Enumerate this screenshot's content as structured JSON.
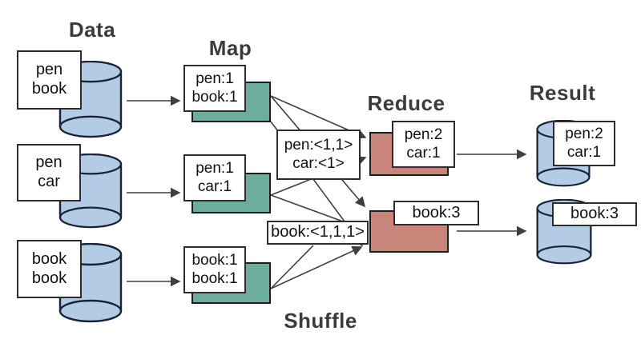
{
  "headings": {
    "data": "Data",
    "map": "Map",
    "shuffle": "Shuffle",
    "reduce": "Reduce",
    "result": "Result"
  },
  "data_nodes": [
    {
      "line1": "pen",
      "line2": "book"
    },
    {
      "line1": "pen",
      "line2": "car"
    },
    {
      "line1": "book",
      "line2": "book"
    }
  ],
  "map_nodes": [
    {
      "line1": "pen:1",
      "line2": "book:1"
    },
    {
      "line1": "pen:1",
      "line2": "car:1"
    },
    {
      "line1": "book:1",
      "line2": "book:1"
    }
  ],
  "shuffle_nodes": {
    "pen_car": {
      "line1": "pen:<1,1>",
      "line2": "car:<1>"
    },
    "book": {
      "line1": "book:<1,1,1>"
    }
  },
  "reduce_nodes": [
    {
      "line1": "pen:2",
      "line2": "car:1"
    },
    {
      "line1": "book:3"
    }
  ],
  "result_nodes": [
    {
      "line1": "pen:2",
      "line2": "car:1"
    },
    {
      "line1": "book:3"
    }
  ],
  "colors": {
    "map_box": "#6cad9d",
    "reduce_box": "#c98579",
    "cylinder_fill": "#b3cbe5",
    "cylinder_stroke": "#1a2238",
    "heading_text": "#3b3b3b",
    "arrow": "#3f3f3f"
  }
}
